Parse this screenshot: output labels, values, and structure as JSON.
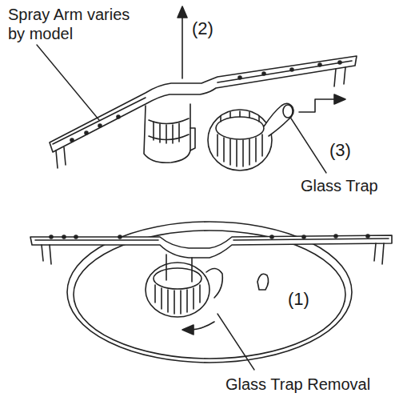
{
  "diagram": {
    "labels": [
      "Spray Arm varies by model",
      "(2)",
      "(3)",
      "Glass Trap",
      "(1)",
      "Glass Trap Removal"
    ]
  }
}
